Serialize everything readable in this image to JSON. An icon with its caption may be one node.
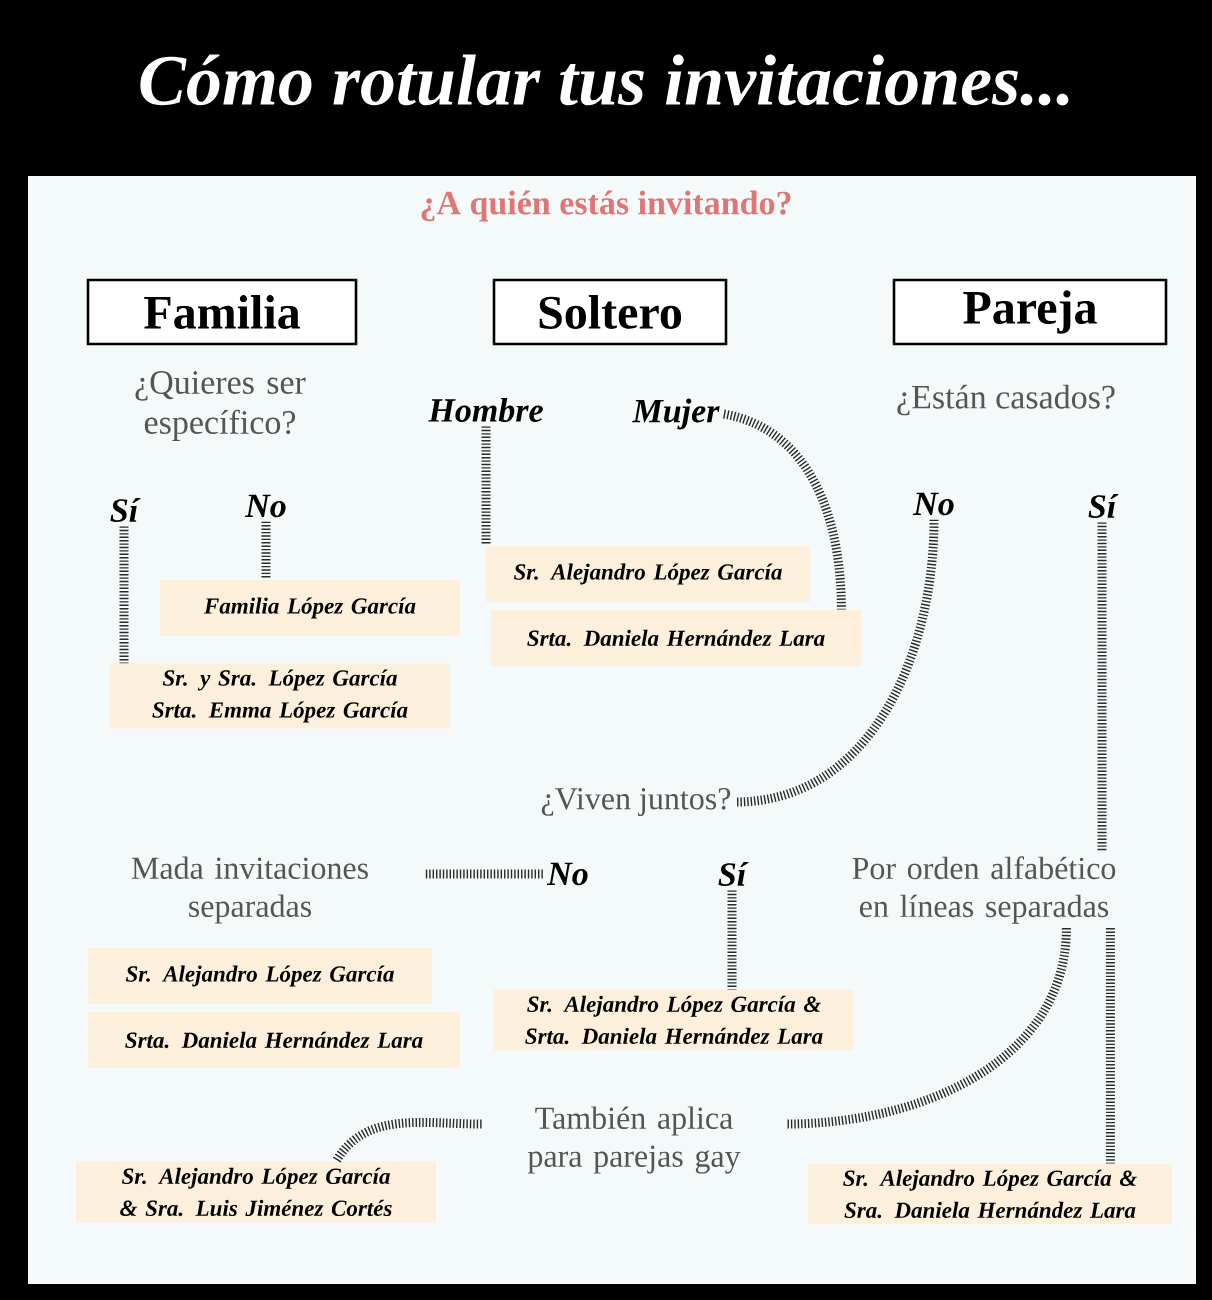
{
  "diagram": {
    "title": "Cómo rotular tus invitaciones...",
    "nodes": [
      {
        "text": [
          "Familia"
        ]
      },
      {
        "text": [
          "Soltero"
        ]
      },
      {
        "text": [
          "Pareja"
        ]
      },
      {
        "text": [
          "Sí"
        ]
      },
      {
        "text": [
          "No"
        ]
      },
      {
        "text": [
          "Familia López García"
        ]
      },
      {
        "text": [
          "Sr. y Sra. López García",
          "Srta. Emma López García"
        ]
      },
      {
        "text": [
          "Hombre"
        ]
      },
      {
        "text": [
          "Mujer"
        ]
      },
      {
        "text": [
          "Sr. Alejandro López García"
        ]
      },
      {
        "text": [
          "Srta. Daniela Hernández Lara"
        ]
      },
      {
        "text": [
          "No"
        ]
      },
      {
        "text": [
          "Sí"
        ]
      },
      {
        "text": [
          "¿Viven juntos?"
        ]
      },
      {
        "text": [
          "Por orden alfabético en líneas separadas"
        ]
      },
      {
        "text": [
          "Mada invitaciones separadas"
        ]
      },
      {
        "text": [
          "No"
        ]
      },
      {
        "text": [
          "Sí"
        ]
      },
      {
        "text": [
          "Sr. Alejandro López García"
        ]
      },
      {
        "text": [
          "Srta. Daniela Hernández Lara"
        ]
      },
      {
        "text": [
          "Sr. Alejandro López García & Srta. Daniela Hernández Lara"
        ]
      },
      {
        "text": [
          "También aplica para parejas gay"
        ]
      },
      {
        "text": [
          "Sr. Alejandro López García & Sra. Luis Jiménez Cortés"
        ]
      },
      {
        "text": [
          "Sr. Alejandro López García & Sra. Daniela Hernández Lara"
        ]
      }
    ],
    "edges": [
      {
        "from": 3,
        "to": 6,
        "arrow": "none"
      },
      {
        "from": 4,
        "to": 5,
        "arrow": "none"
      },
      {
        "from": 7,
        "to": 9,
        "arrow": "none"
      },
      {
        "from": 8,
        "to": 10,
        "arrow": "none"
      },
      {
        "from": 11,
        "to": 13,
        "arrow": "none"
      },
      {
        "from": 12,
        "to": 14,
        "arrow": "none"
      },
      {
        "from": 16,
        "to": 15,
        "arrow": "none"
      },
      {
        "from": 17,
        "to": 20,
        "arrow": "none"
      },
      {
        "from": 14,
        "to": 21,
        "arrow": "none"
      },
      {
        "from": 14,
        "to": 23,
        "arrow": "none"
      },
      {
        "from": 21,
        "to": 22,
        "arrow": "none"
      }
    ],
    "labels": [
      "¿A quién estás invitando?",
      "¿Quieres ser específico?",
      "¿Están casados?"
    ]
  }
}
